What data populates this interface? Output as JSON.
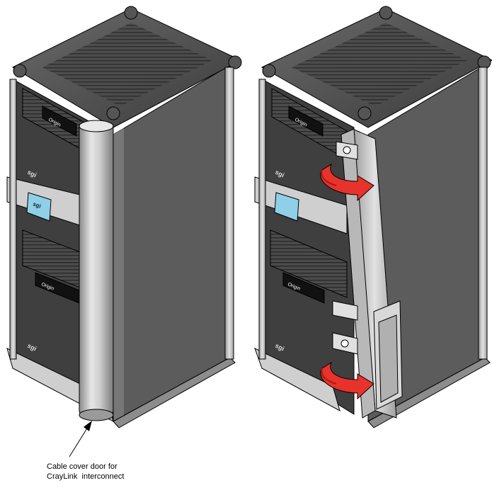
{
  "callout": {
    "line1": "Cable cover door for",
    "line2": "CrayLink  interconnect"
  },
  "badges": {
    "logo_text": "sgi",
    "brand_text": "Origin"
  },
  "colors": {
    "cabinet_dark": "#3f3f3f",
    "cabinet_side": "#5c5c5c",
    "metal_light": "#d4d4d4",
    "metal_mid": "#a8a8a8",
    "lcd": "#8fd0e8",
    "rotation_arrow": "#e8322c",
    "rotation_arrow_dark": "#a81914"
  },
  "icons": [
    "rotation-arrow-icon",
    "callout-arrow-icon"
  ]
}
